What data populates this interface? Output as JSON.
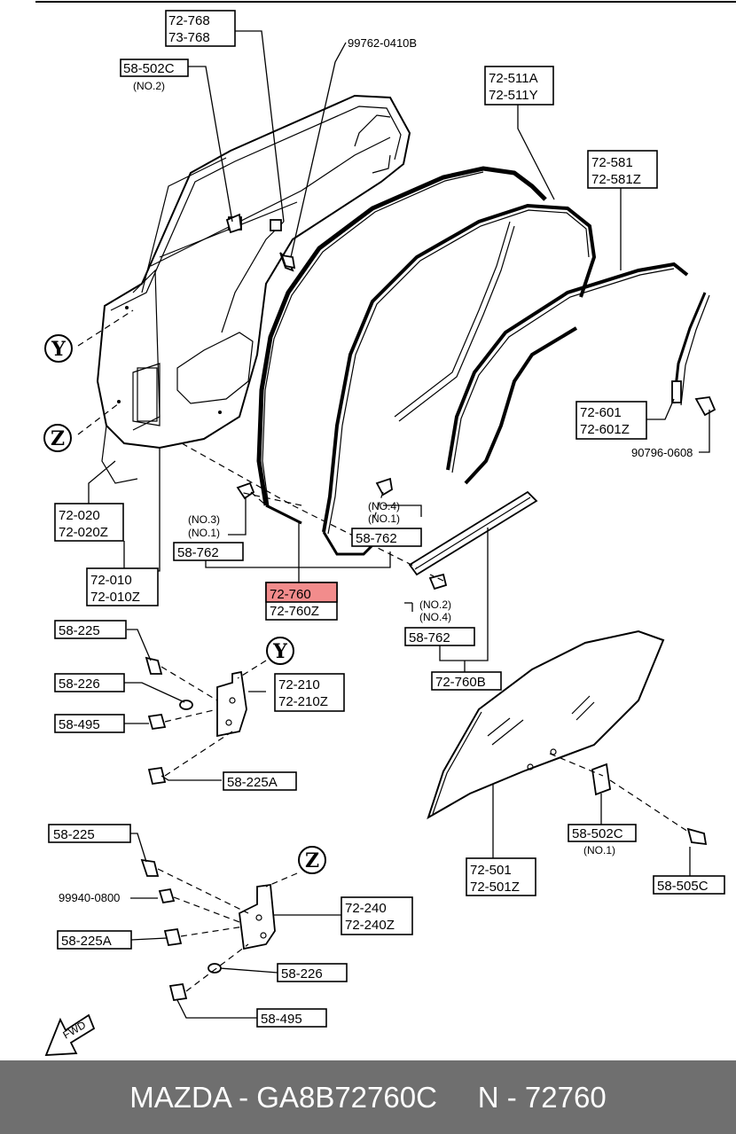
{
  "labels": {
    "p72768": "72-768",
    "p73768": "73-768",
    "p58502c_top": "58-502C",
    "no2_top": "(NO.2)",
    "p997620410b": "99762-0410B",
    "p72511a": "72-511A",
    "p72511y": "72-511Y",
    "p72581": "72-581",
    "p72581z": "72-581Z",
    "p72601": "72-601",
    "p72601z": "72-601Z",
    "p907960608": "90796-0608",
    "p72020": "72-020",
    "p72020z": "72-020Z",
    "p72010": "72-010",
    "p72010z": "72-010Z",
    "no3": "(NO.3)",
    "no1_a": "(NO.1)",
    "p58762_a": "58-762",
    "no4_a": "(NO.4)",
    "no1_b": "(NO.1)",
    "p58762_b": "58-762",
    "p72760": "72-760",
    "p72760z": "72-760Z",
    "no2_b": "(NO.2)",
    "no4_b": "(NO.4)",
    "p58762_c": "58-762",
    "p72760b": "72-760B",
    "p58225_a": "58-225",
    "p58226_a": "58-226",
    "p58495_a": "58-495",
    "p72210": "72-210",
    "p72210z": "72-210Z",
    "p58225a_a": "58-225A",
    "p72501": "72-501",
    "p72501z": "72-501Z",
    "p58502c_bot": "58-502C",
    "no1_c": "(NO.1)",
    "p58505c": "58-505C",
    "p58225_b": "58-225",
    "p999400800": "99940-0800",
    "p58225a_b": "58-225A",
    "p72240": "72-240",
    "p72240z": "72-240Z",
    "p58226_b": "58-226",
    "p58495_b": "58-495",
    "circle_y": "Y",
    "circle_z": "Z",
    "fwd": "FWD"
  },
  "highlight_part": "72-760",
  "highlight_color": "#f28c8c",
  "footer": {
    "brand": "MAZDA",
    "part_number": "GA8B72760C",
    "ref": "N - 72760",
    "text": "MAZDA - GA8B72760C     N - 72760"
  }
}
